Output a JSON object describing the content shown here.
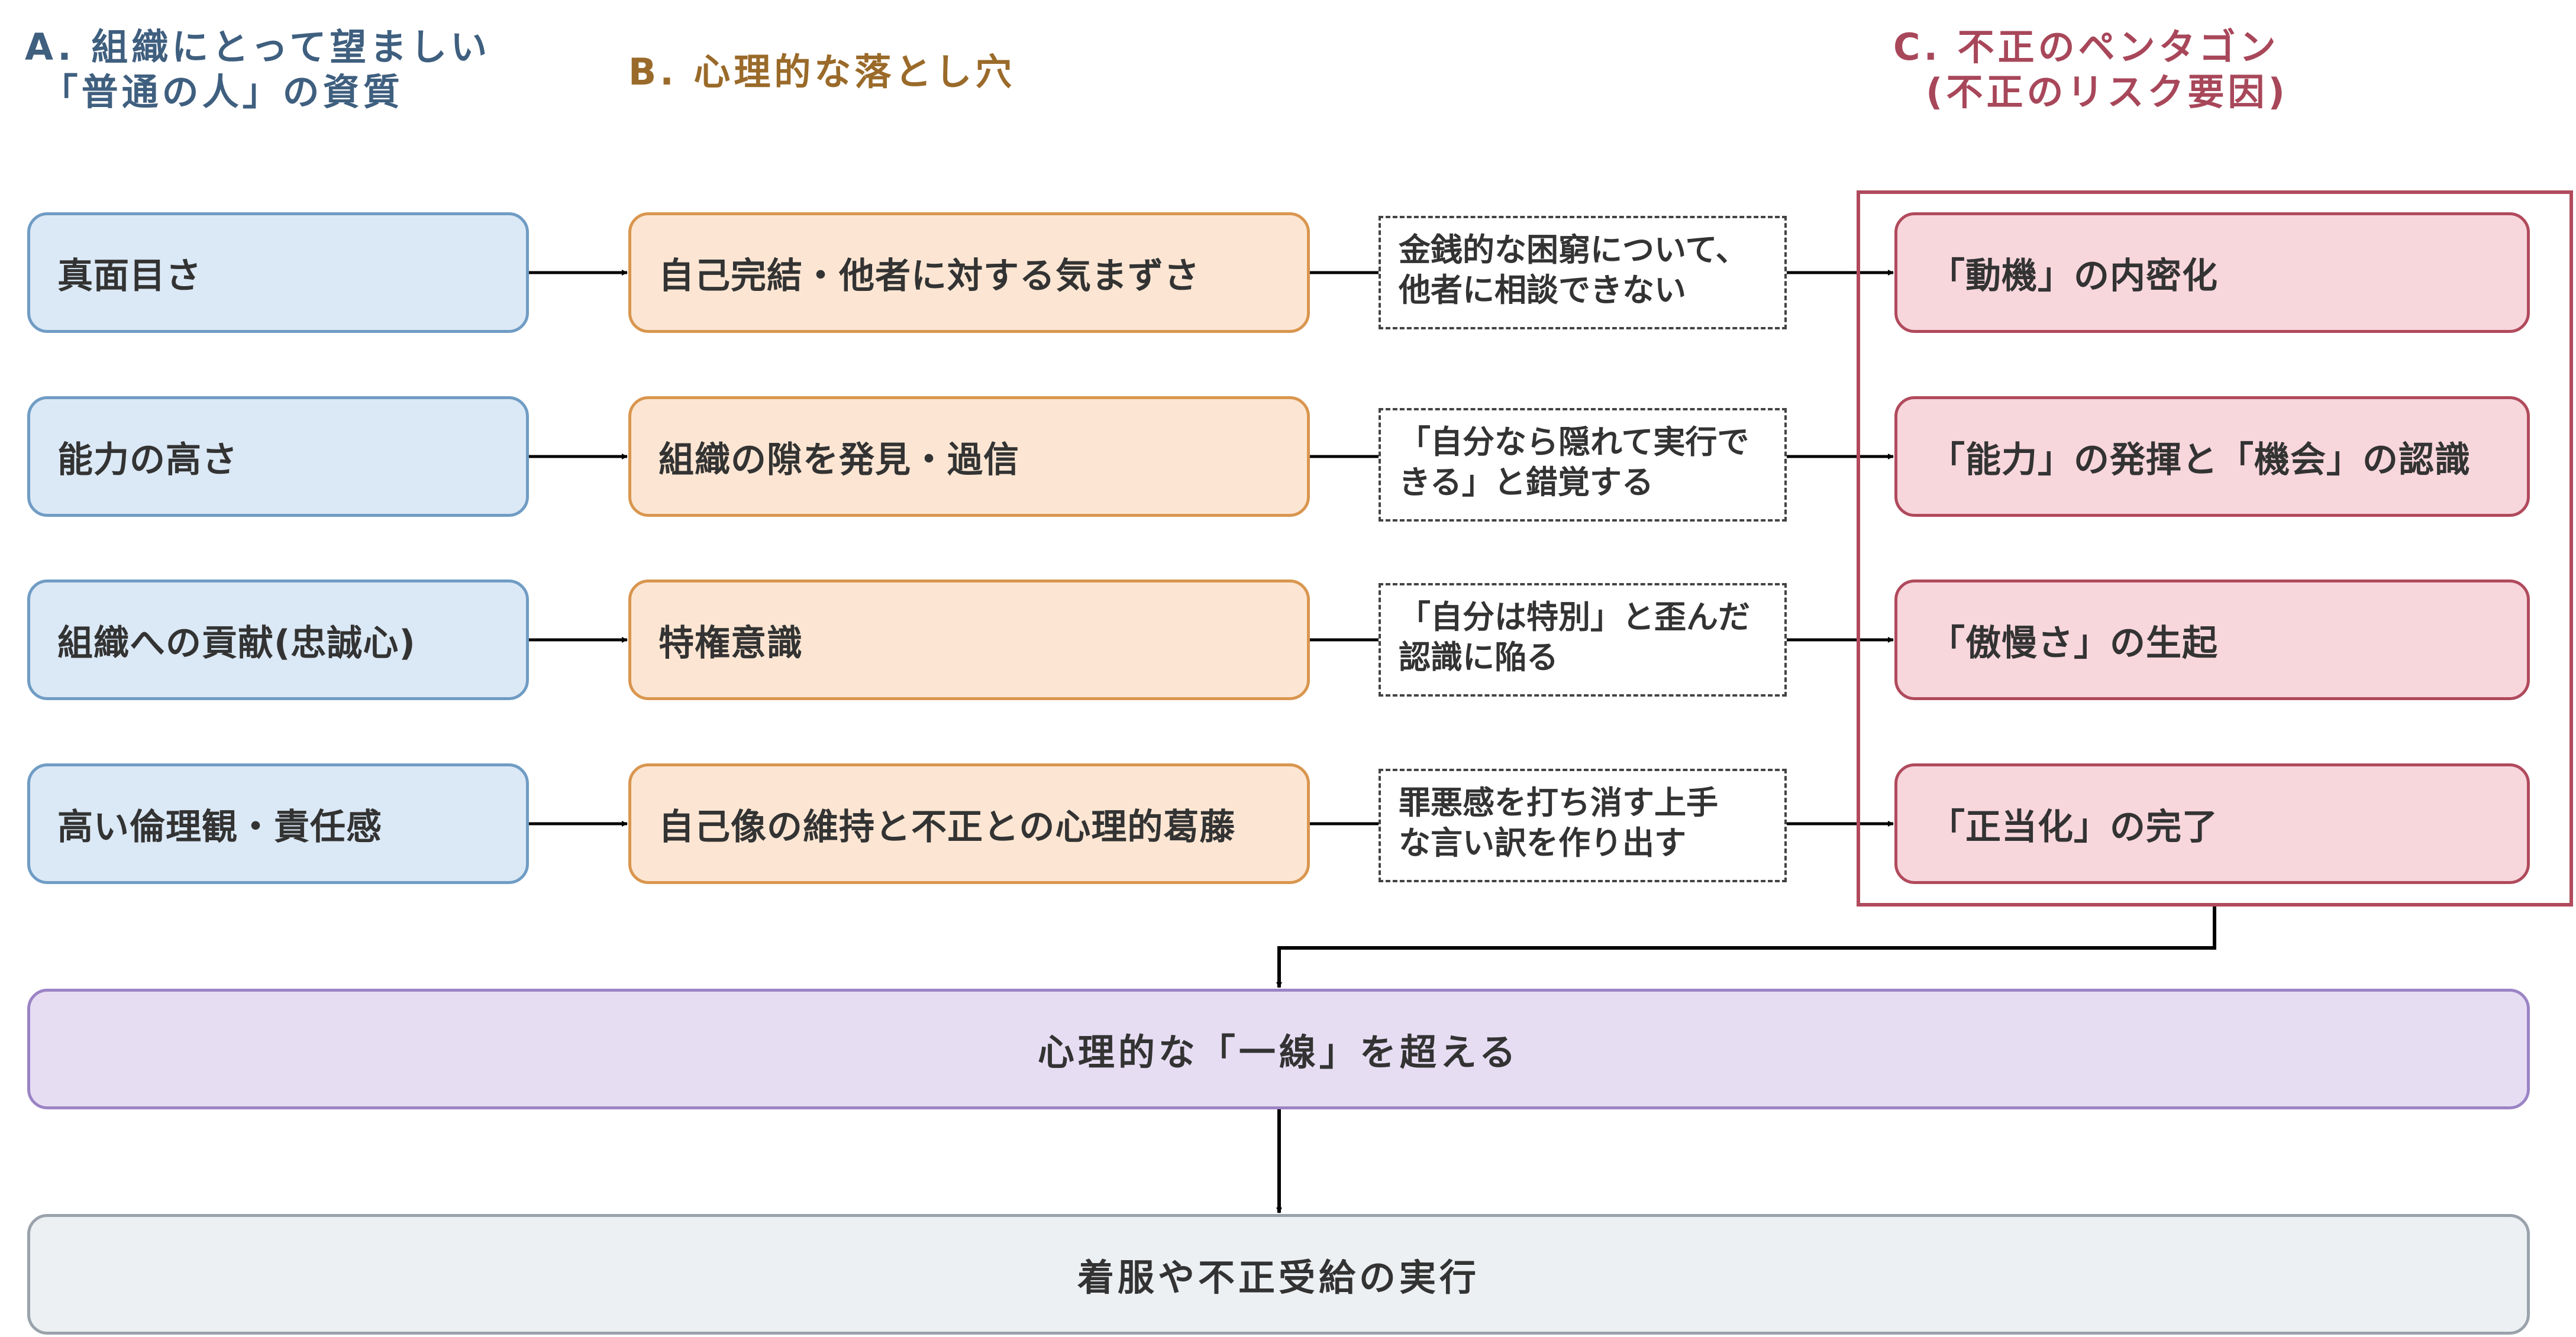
{
  "colors": {
    "a_fill": "#dbe8f5",
    "a_border": "#6f9cc4",
    "a_header": "#3f5f7f",
    "b_fill": "#fce6d3",
    "b_border": "#d9964f",
    "b_header": "#9a6a2a",
    "c_fill": "#f7d6dc",
    "c_border": "#b04a5c",
    "c_header": "#a8475a",
    "cross_fill": "#e6ddf3",
    "cross_border": "#9b84c5",
    "exec_fill": "#edf0f3",
    "exec_border": "#9aa2ab",
    "line": "#000000"
  },
  "headers": {
    "a": "A. 組織にとって望ましい\n 「普通の人」の資質",
    "b": "B. 心理的な落とし穴",
    "c": "C. 不正のペンタゴン\n  (不正のリスク要因)"
  },
  "column_a": [
    "真面目さ",
    "能力の高さ",
    "組織への貢献(忠誠心)",
    "高い倫理観・責任感"
  ],
  "column_b": [
    "自己完結・他者に対する気まずさ",
    "組織の隙を発見・過信",
    "特権意識",
    "自己像の維持と不正との心理的葛藤"
  ],
  "notes": [
    "金銭的な困窮について、\n他者に相談できない",
    "「自分なら隠れて実行で\nきる」と錯覚する",
    "「自分は特別」と歪んだ\n認識に陥る",
    "罪悪感を打ち消す上手\nな言い訳を作り出す"
  ],
  "column_c": [
    "「動機」の内密化",
    "「能力」の発揮と「機会」の認識",
    "「傲慢さ」の生起",
    "「正当化」の完了"
  ],
  "cross_line": "心理的な「一線」を超える",
  "execution": "着服や不正受給の実行"
}
